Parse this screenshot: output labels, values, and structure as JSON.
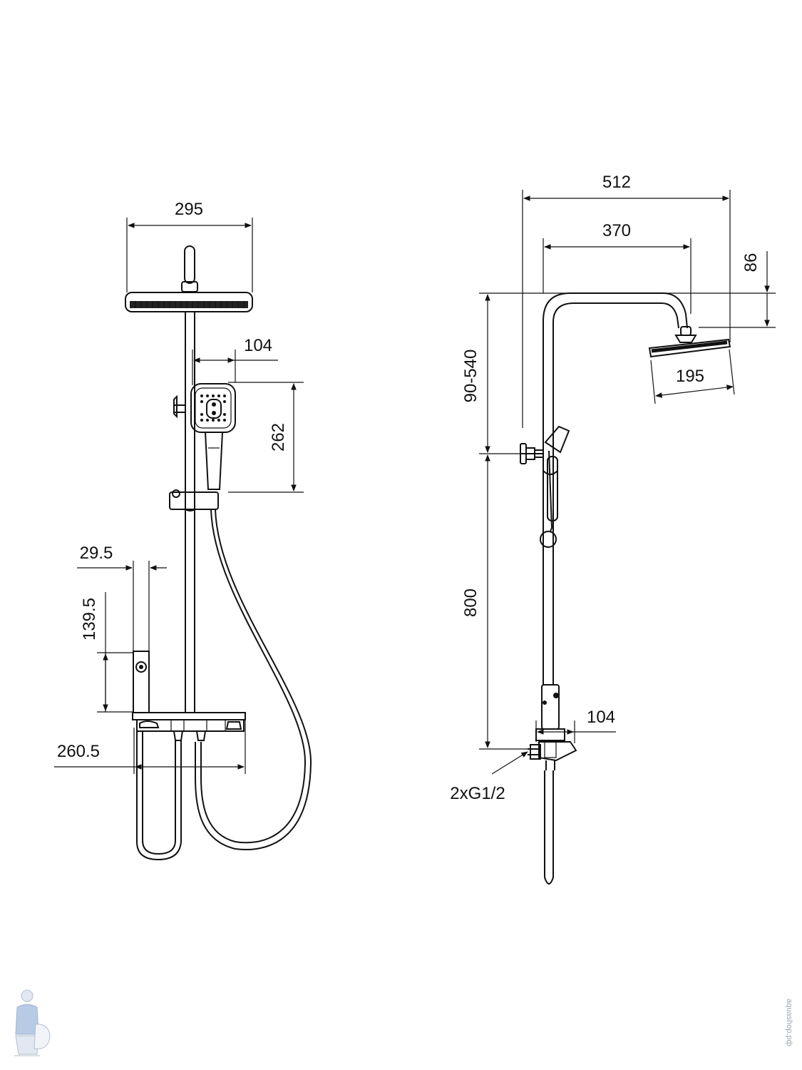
{
  "front_view": {
    "dim_width": "295",
    "dim_handshower_depth": "104",
    "dim_handshower_height": "262",
    "dim_handle_width": "29.5",
    "dim_handle_height": "139.5",
    "dim_shelf_width": "260.5"
  },
  "side_view": {
    "dim_total_depth": "512",
    "dim_arm_reach": "370",
    "dim_head_drop": "86",
    "dim_head_size": "195",
    "dim_height_range": "90-540",
    "dim_rail_height": "800",
    "dim_mixer_depth": "104",
    "label_connection": "2xG1/2"
  },
  "watermark": {
    "icon": "plumber-mascot-icon",
    "text": "aquashop.pф"
  }
}
